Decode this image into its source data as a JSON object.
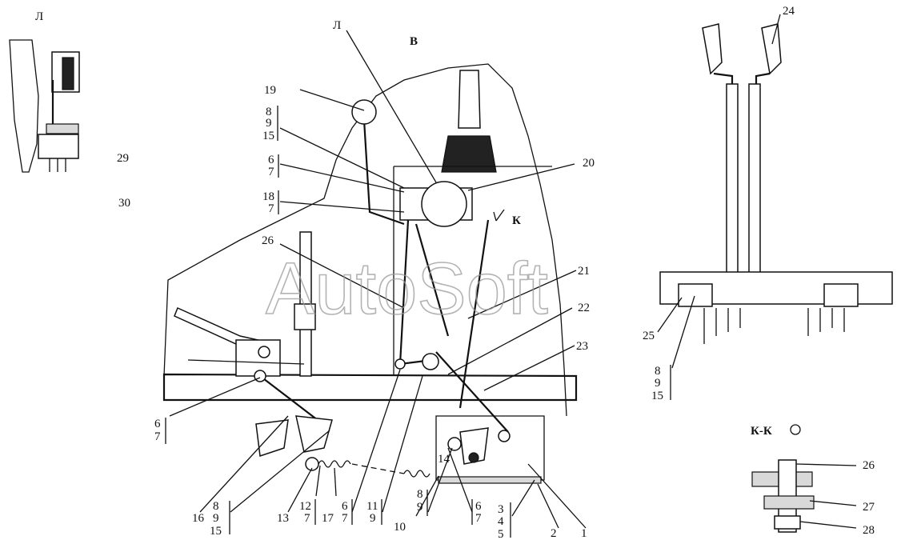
{
  "watermark": "AutoSoft",
  "views": {
    "view_l_top_left": "Л",
    "view_l_pointer": "Л",
    "view_v": "В",
    "view_kk": "К-К",
    "arrow_k": "К"
  },
  "callouts": {
    "c1": "1",
    "c2": "2",
    "c10": "10",
    "c13": "13",
    "c14": "14",
    "c16": "16",
    "c17": "17",
    "c19": "19",
    "c20": "20",
    "c21": "21",
    "c22": "22",
    "c23": "23",
    "c24": "24",
    "c25": "25",
    "c26_main": "26",
    "c26_kk": "26",
    "c27": "27",
    "c28": "28",
    "c29": "29",
    "c30": "30"
  },
  "stacks": {
    "s_8_9_15_top": [
      "8",
      "9",
      "15"
    ],
    "s_6_7_top": [
      "6",
      "7"
    ],
    "s_18_7": [
      "18",
      "7"
    ],
    "s_6_7_left": [
      "6",
      "7"
    ],
    "s_8_9_15_bottom": [
      "8",
      "9",
      "15"
    ],
    "s_12_7": [
      "12",
      "7"
    ],
    "s_6_7_bottom_a": [
      "6",
      "7"
    ],
    "s_11_9": [
      "11",
      "9"
    ],
    "s_8_9_bottom": [
      "8",
      "9"
    ],
    "s_6_7_bottom_b": [
      "6",
      "7"
    ],
    "s_3_4_5": [
      "3",
      "4",
      "5"
    ],
    "s_8_9_15_right": [
      "8",
      "9",
      "15"
    ]
  }
}
